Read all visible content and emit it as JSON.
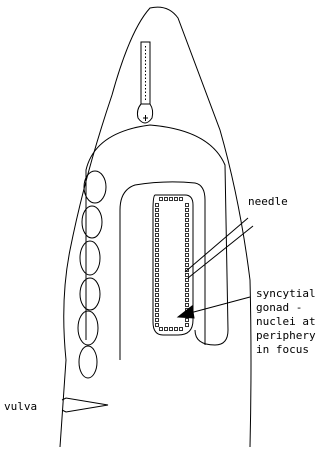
{
  "diagram": {
    "labels": {
      "needle": "needle",
      "gonad_line1": "syncytial",
      "gonad_line2": "gonad -",
      "gonad_line3": "nuclei at",
      "gonad_line4": "periphery",
      "gonad_line5": "in focus",
      "vulva": "vulva"
    },
    "colors": {
      "stroke": "#000000",
      "background": "#ffffff"
    },
    "counts": {
      "oocytes": 6
    }
  }
}
